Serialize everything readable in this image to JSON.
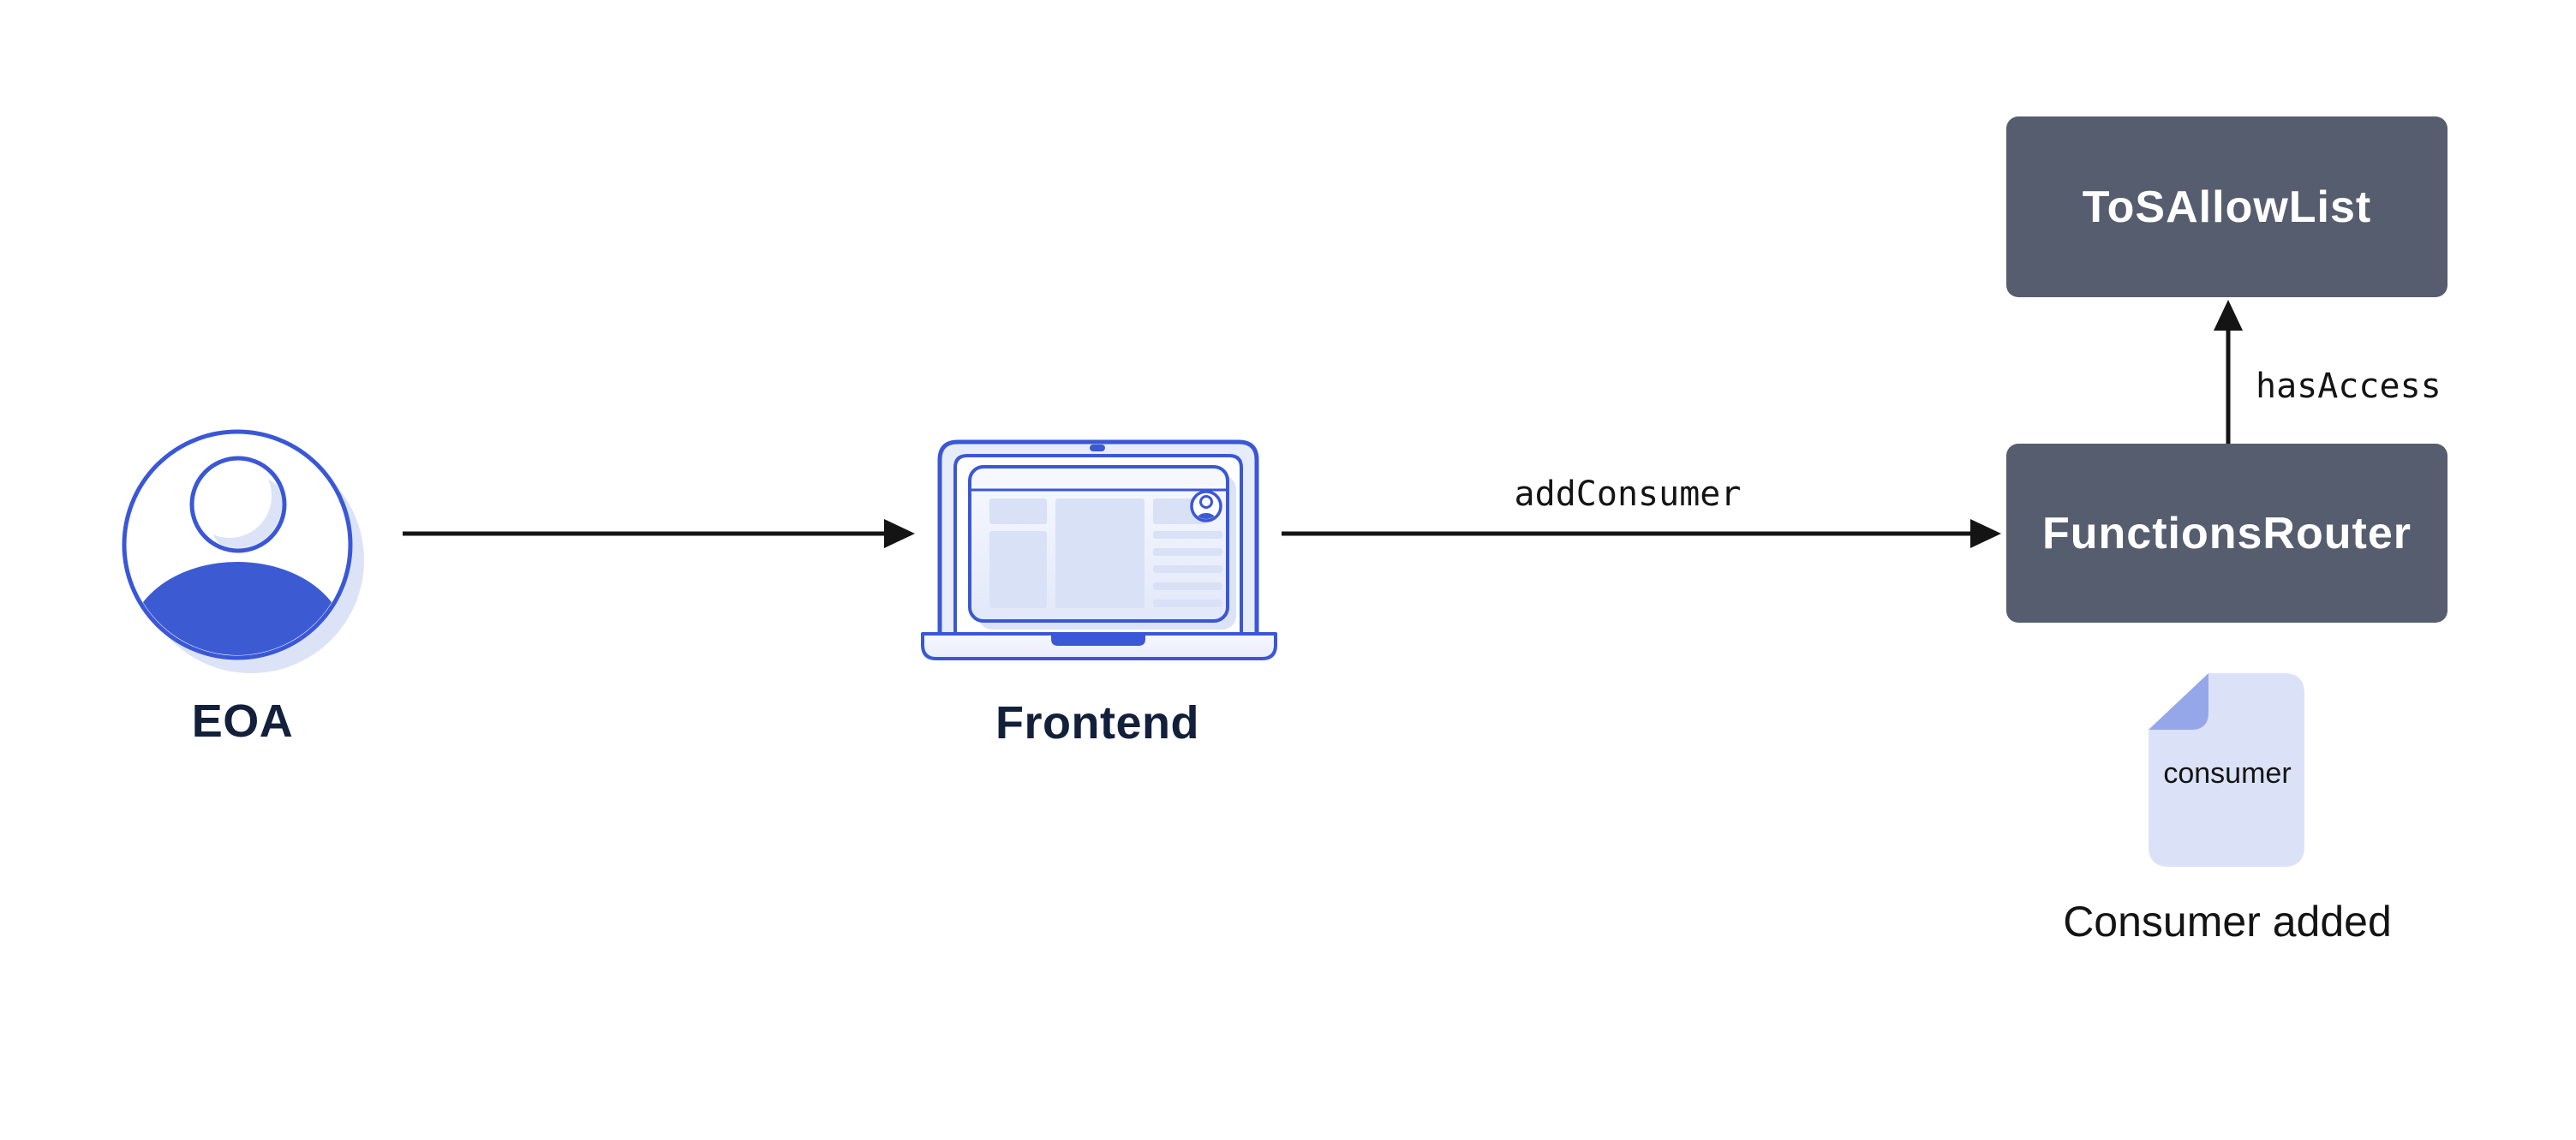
{
  "diagram": {
    "nodes": {
      "eoa": {
        "label": "EOA",
        "icon": "user-avatar-icon"
      },
      "frontend": {
        "label": "Frontend",
        "icon": "laptop-browser-icon"
      },
      "tos_allow_list": {
        "label": "ToSAllowList"
      },
      "functions_router": {
        "label": "FunctionsRouter"
      },
      "consumer_file": {
        "label": "consumer",
        "caption": "Consumer added",
        "icon": "document-icon"
      }
    },
    "edges": [
      {
        "from": "eoa",
        "to": "frontend",
        "label": ""
      },
      {
        "from": "frontend",
        "to": "functions_router",
        "label": "addConsumer"
      },
      {
        "from": "functions_router",
        "to": "tos_allow_list",
        "label": "hasAccess"
      }
    ],
    "colors": {
      "accent_blue": "#3a57d7",
      "fill_blue": "#3c5bd3",
      "shadow_blue": "#dce3f6",
      "panel_blue": "#e7ecfa",
      "block_blue": "#d9e1f7",
      "doc_fill": "#dbe2f8",
      "doc_fold": "#96a7e9",
      "box_slate": "#565d6e",
      "box_text": "#ffffff",
      "label_navy": "#13203c",
      "edge_black": "#141414",
      "background": "#ffffff"
    }
  }
}
